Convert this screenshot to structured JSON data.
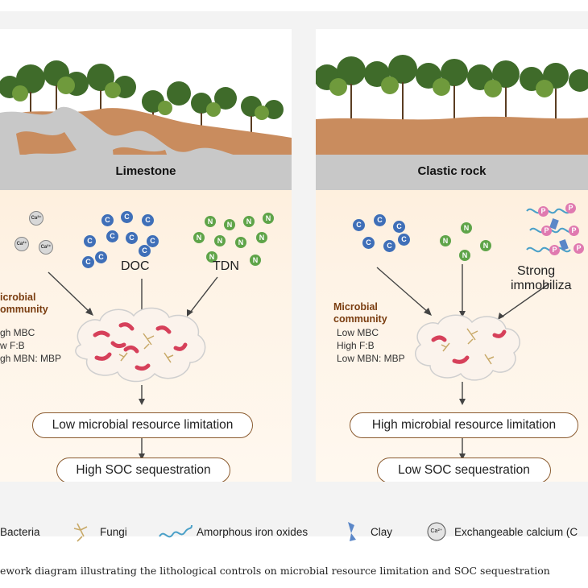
{
  "left_panel": {
    "rock_label": "Limestone",
    "doc_label": "DOC",
    "tdn_label": "TDN",
    "community_title_line1": "icrobial",
    "community_title_line2": "ommunity",
    "community_items": [
      "gh MBC",
      "w F:B",
      "gh MBN: MBP"
    ],
    "limitation": "Low microbial resource limitation",
    "sequestration": "High SOC sequestration"
  },
  "right_panel": {
    "rock_label": "Clastic rock",
    "immobilization_line1": "Strong",
    "immobilization_line2": "immobiliza",
    "community_title_line1": "Microbial",
    "community_title_line2": "community",
    "community_items": [
      "Low MBC",
      "High F:B",
      "Low MBN: MBP"
    ],
    "limitation": "High microbial resource limitation",
    "sequestration": "Low SOC sequestration"
  },
  "symbols": {
    "carbon": "C",
    "nitrogen": "N",
    "phosphorus": "P",
    "calcium": "Ca²⁺"
  },
  "legend": {
    "bacteria": "Bacteria",
    "fungi": "Fungi",
    "iron": "Amorphous iron oxides",
    "clay": "Clay",
    "calcium_symbol": "Ca²⁺",
    "calcium": "Exchangeable calcium (C"
  },
  "caption": "ework diagram illustrating the lithological controls on microbial resource limitation and SOC sequestration",
  "colors": {
    "carbon": "#3f6fb8",
    "nitrogen": "#5fa449",
    "phosphorus": "#e07ab0",
    "bacteria": "#d6405a",
    "soil": "#c98c5e",
    "rock": "#c8c8c8"
  }
}
